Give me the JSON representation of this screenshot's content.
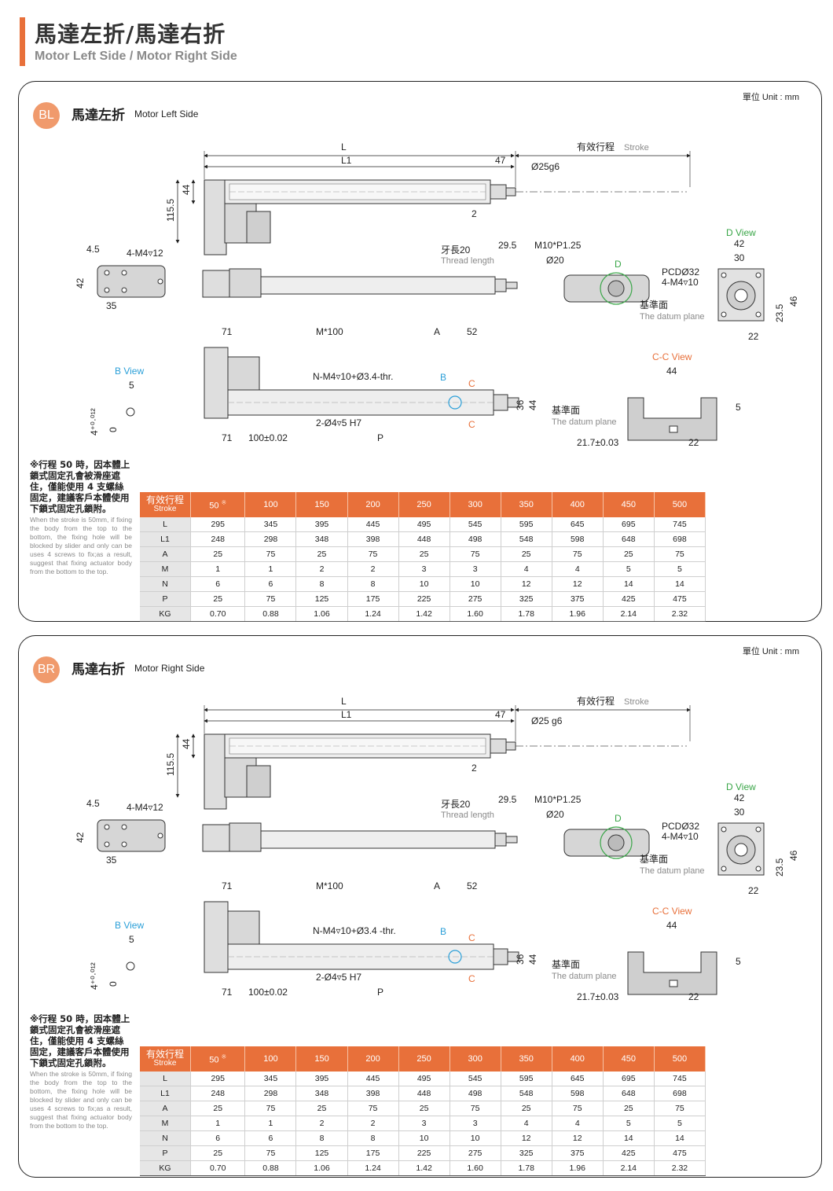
{
  "header": {
    "title": "馬達左折/馬達右折",
    "subtitle": "Motor Left Side / Motor Right Side"
  },
  "colors": {
    "accent": "#e8703a",
    "badge": "#f09a6c",
    "label_blue": "#2a9fd8",
    "label_green": "#3aa648"
  },
  "sections": [
    {
      "badge": "BL",
      "title_zh": "馬達左折",
      "title_en": "Motor Left Side",
      "unit": "單位 Unit : mm",
      "labels": {
        "L": "L",
        "L1": "L1",
        "stroke_zh": "有效行程",
        "stroke_en": "Stroke",
        "d47": "47",
        "shaft": "Ø25g6",
        "d2": "2",
        "d44": "44",
        "d115": "115.5",
        "d4_5": "4.5",
        "screw_top": "4-M4▿12",
        "d42": "42",
        "d35": "35",
        "thread_zh": "牙長20",
        "thread_en": "Thread length",
        "d29_5": "29.5",
        "m10": "M10*P1.25",
        "d20": "Ø20",
        "D": "D",
        "d_view": "D View",
        "dv42": "42",
        "dv30": "30",
        "pcd": "PCDØ32",
        "pcd_screw": "4-M4▿10",
        "datum_zh": "基準面",
        "datum_en": "The datum plane",
        "dv23_5": "23.5",
        "dv46": "46",
        "dv22": "22",
        "d71": "71",
        "m100": "M*100",
        "A": "A",
        "d52": "52",
        "b_view": "B View",
        "b5": "5",
        "n_hole": "N-M4▿10+Ø3.4-thr.",
        "B": "B",
        "C": "C",
        "d36": "36",
        "pin": "2-Ø4▿5 H7",
        "tol": "4⁺⁰·⁰¹²",
        "tol0": "0",
        "d100": "100±0.02",
        "P": "P",
        "cc_view": "C-C View",
        "cc44": "44",
        "cc5": "5",
        "cc21_7": "21.7±0.03",
        "cc22": "22"
      },
      "note_zh": "※行程 50 時，因本體上鎖式固定孔會被滑座遮住，僅能使用 4 支螺絲固定，建議客戶本體使用下鎖式固定孔鎖附。",
      "note_en": "When the stroke is 50mm, if fixing the body from the top to the bottom, the fixing hole will be blocked by slider and only can be uses 4 screws to fix;as a result, suggest that fixing actuator body from the bottom to the top."
    },
    {
      "badge": "BR",
      "title_zh": "馬達右折",
      "title_en": "Motor Right Side",
      "unit": "單位 Unit : mm",
      "labels": {
        "L": "L",
        "L1": "L1",
        "stroke_zh": "有效行程",
        "stroke_en": "Stroke",
        "d47": "47",
        "shaft": "Ø25 g6",
        "d2": "2",
        "d44": "44",
        "d115": "115.5",
        "d4_5": "4.5",
        "screw_top": "4-M4▿12",
        "d42": "42",
        "d35": "35",
        "thread_zh": "牙長20",
        "thread_en": "Thread length",
        "d29_5": "29.5",
        "m10": "M10*P1.25",
        "d20": "Ø20",
        "D": "D",
        "d_view": "D View",
        "dv42": "42",
        "dv30": "30",
        "pcd": "PCDØ32",
        "pcd_screw": "4-M4▿10",
        "datum_zh": "基準面",
        "datum_en": "The datum plane",
        "dv23_5": "23.5",
        "dv46": "46",
        "dv22": "22",
        "d71": "71",
        "m100": "M*100",
        "A": "A",
        "d52": "52",
        "b_view": "B View",
        "b5": "5",
        "n_hole": "N-M4▿10+Ø3.4 -thr.",
        "B": "B",
        "C": "C",
        "d36": "36",
        "pin": "2-Ø4▿5 H7",
        "tol": "4⁺⁰·⁰¹²",
        "tol0": "0",
        "d100": "100±0.02",
        "P": "P",
        "cc_view": "C-C View",
        "cc44": "44",
        "cc5": "5",
        "cc21_7": "21.7±0.03",
        "cc22": "22"
      },
      "note_zh": "※行程 50 時，因本體上鎖式固定孔會被滑座遮住，僅能使用 4 支螺絲固定，建議客戶本體使用下鎖式固定孔鎖附。",
      "note_en": "When the stroke is 50mm, if fixing the body from the top to the bottom, the fixing hole will be blocked by slider and only can be uses 4 screws to fix;as a result, suggest that fixing actuator body from the bottom to the top."
    }
  ],
  "table": {
    "header_zh": "有效行程",
    "header_en": "Stroke",
    "strokes": [
      "50",
      "100",
      "150",
      "200",
      "250",
      "300",
      "350",
      "400",
      "450",
      "500"
    ],
    "stroke_mark": "※",
    "rows": [
      {
        "label": "L",
        "values": [
          "295",
          "345",
          "395",
          "445",
          "495",
          "545",
          "595",
          "645",
          "695",
          "745"
        ]
      },
      {
        "label": "L1",
        "values": [
          "248",
          "298",
          "348",
          "398",
          "448",
          "498",
          "548",
          "598",
          "648",
          "698"
        ]
      },
      {
        "label": "A",
        "values": [
          "25",
          "75",
          "25",
          "75",
          "25",
          "75",
          "25",
          "75",
          "25",
          "75"
        ]
      },
      {
        "label": "M",
        "values": [
          "1",
          "1",
          "2",
          "2",
          "3",
          "3",
          "4",
          "4",
          "5",
          "5"
        ]
      },
      {
        "label": "N",
        "values": [
          "6",
          "6",
          "8",
          "8",
          "10",
          "10",
          "12",
          "12",
          "14",
          "14"
        ]
      },
      {
        "label": "P",
        "values": [
          "25",
          "75",
          "125",
          "175",
          "225",
          "275",
          "325",
          "375",
          "425",
          "475"
        ]
      },
      {
        "label": "KG",
        "values": [
          "0.70",
          "0.88",
          "1.06",
          "1.24",
          "1.42",
          "1.60",
          "1.78",
          "1.96",
          "2.14",
          "2.32"
        ]
      }
    ]
  }
}
